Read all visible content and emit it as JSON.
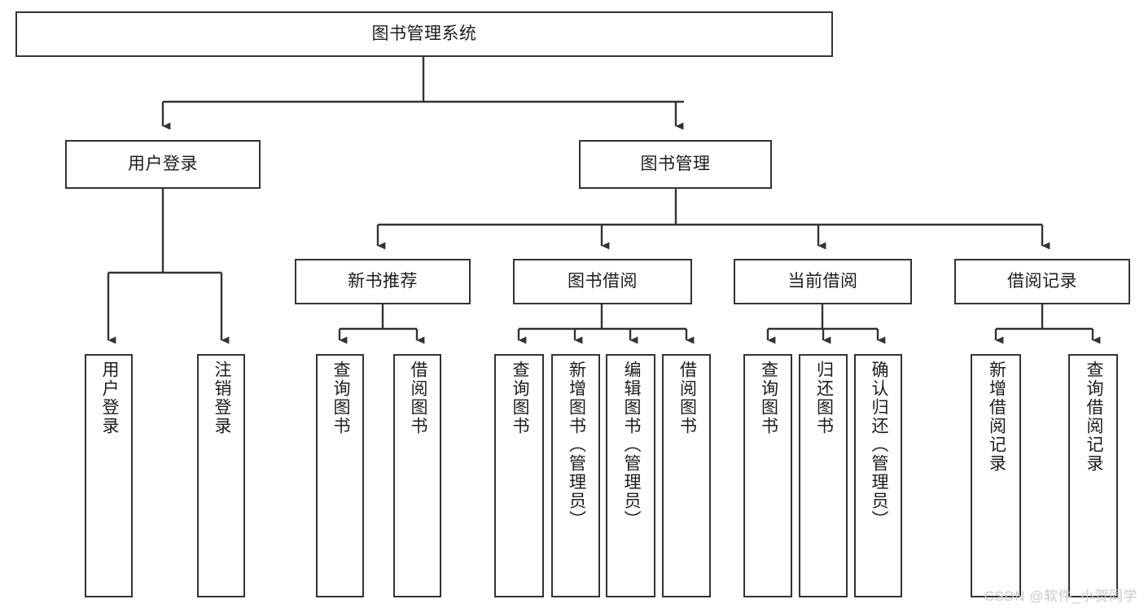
{
  "diagram": {
    "title": "图书管理系统",
    "type": "hierarchy-tree",
    "colors": {
      "stroke": "#333333",
      "fill": "#ffffff",
      "text": "#1c1c1c",
      "watermark": "#c9c9c9"
    },
    "root": {
      "label": "图书管理系统"
    },
    "level1": [
      {
        "label": "用户登录"
      },
      {
        "label": "图书管理"
      }
    ],
    "level2": [
      {
        "label": "新书推荐"
      },
      {
        "label": "图书借阅"
      },
      {
        "label": "当前借阅"
      },
      {
        "label": "借阅记录"
      }
    ],
    "leaves": {
      "user_login": [
        {
          "label": "用户登录"
        },
        {
          "label": "注销登录"
        }
      ],
      "new_book_recommend": [
        {
          "label": "查询图书"
        },
        {
          "label": "借阅图书"
        }
      ],
      "book_borrow": [
        {
          "label": "查询图书"
        },
        {
          "label": "新增图书（管理员）"
        },
        {
          "label": "编辑图书（管理员）"
        },
        {
          "label": "借阅图书"
        }
      ],
      "current_borrow": [
        {
          "label": "查询图书"
        },
        {
          "label": "归还图书"
        },
        {
          "label": "确认归还（管理员）"
        }
      ],
      "borrow_record": [
        {
          "label": "新增借阅记录"
        },
        {
          "label": "查询借阅记录"
        }
      ]
    },
    "watermark": "CSDN @软件_小贺同学"
  }
}
